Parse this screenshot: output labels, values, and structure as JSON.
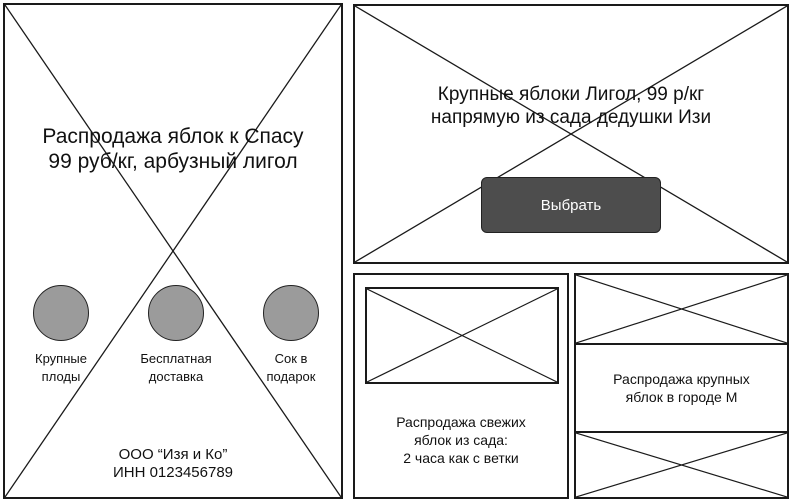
{
  "left_panel": {
    "headline": "Распродажа яблок к Спасу\n99 руб/кг, арбузный лигол",
    "features": [
      {
        "label": "Крупные\nплоды"
      },
      {
        "label": "Бесплатная\nдоставка"
      },
      {
        "label": "Сок в\nподарок"
      }
    ],
    "company": "ООО “Изя и Ко”\nИНН 0123456789"
  },
  "hero_panel": {
    "headline": "Крупные яблоки Лигол, 99 р/кг\nнапрямую из сада дедушки Изи",
    "button_label": "Выбрать"
  },
  "fresh_panel": {
    "text": "Распродажа свежих\nяблок из сада:\n2 часа как с ветки"
  },
  "city_panel": {
    "text": "Распродажа крупных\nяблок в городе М"
  }
}
